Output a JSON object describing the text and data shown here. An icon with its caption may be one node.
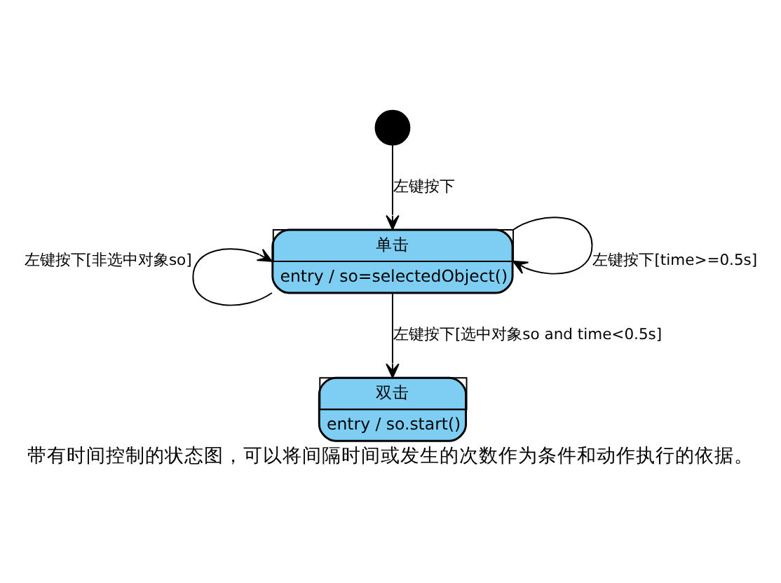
{
  "diagram": {
    "caption": "带有时间控制的状态图，可以将间隔时间或发生的次数作为条件和动作执行的依据。",
    "nodes": [
      {
        "text": [],
        "shape": "circle"
      },
      {
        "text": [
          "单击",
          "entry / so=selectedObject()"
        ]
      },
      {
        "text": [
          "双击",
          "entry / so.start()"
        ]
      }
    ],
    "edges": [
      {
        "from": 0,
        "to": 1,
        "arrow": "to",
        "label": "左键按下"
      },
      {
        "from": 1,
        "to": 1,
        "arrow": "to",
        "label": "左键按下[time>=0.5s]"
      },
      {
        "from": 1,
        "to": 1,
        "arrow": "to",
        "label": "左键按下[非选中对象so]"
      },
      {
        "from": 1,
        "to": 2,
        "arrow": "to",
        "label": "左键按下[选中对象so and time<0.5s]"
      }
    ]
  }
}
